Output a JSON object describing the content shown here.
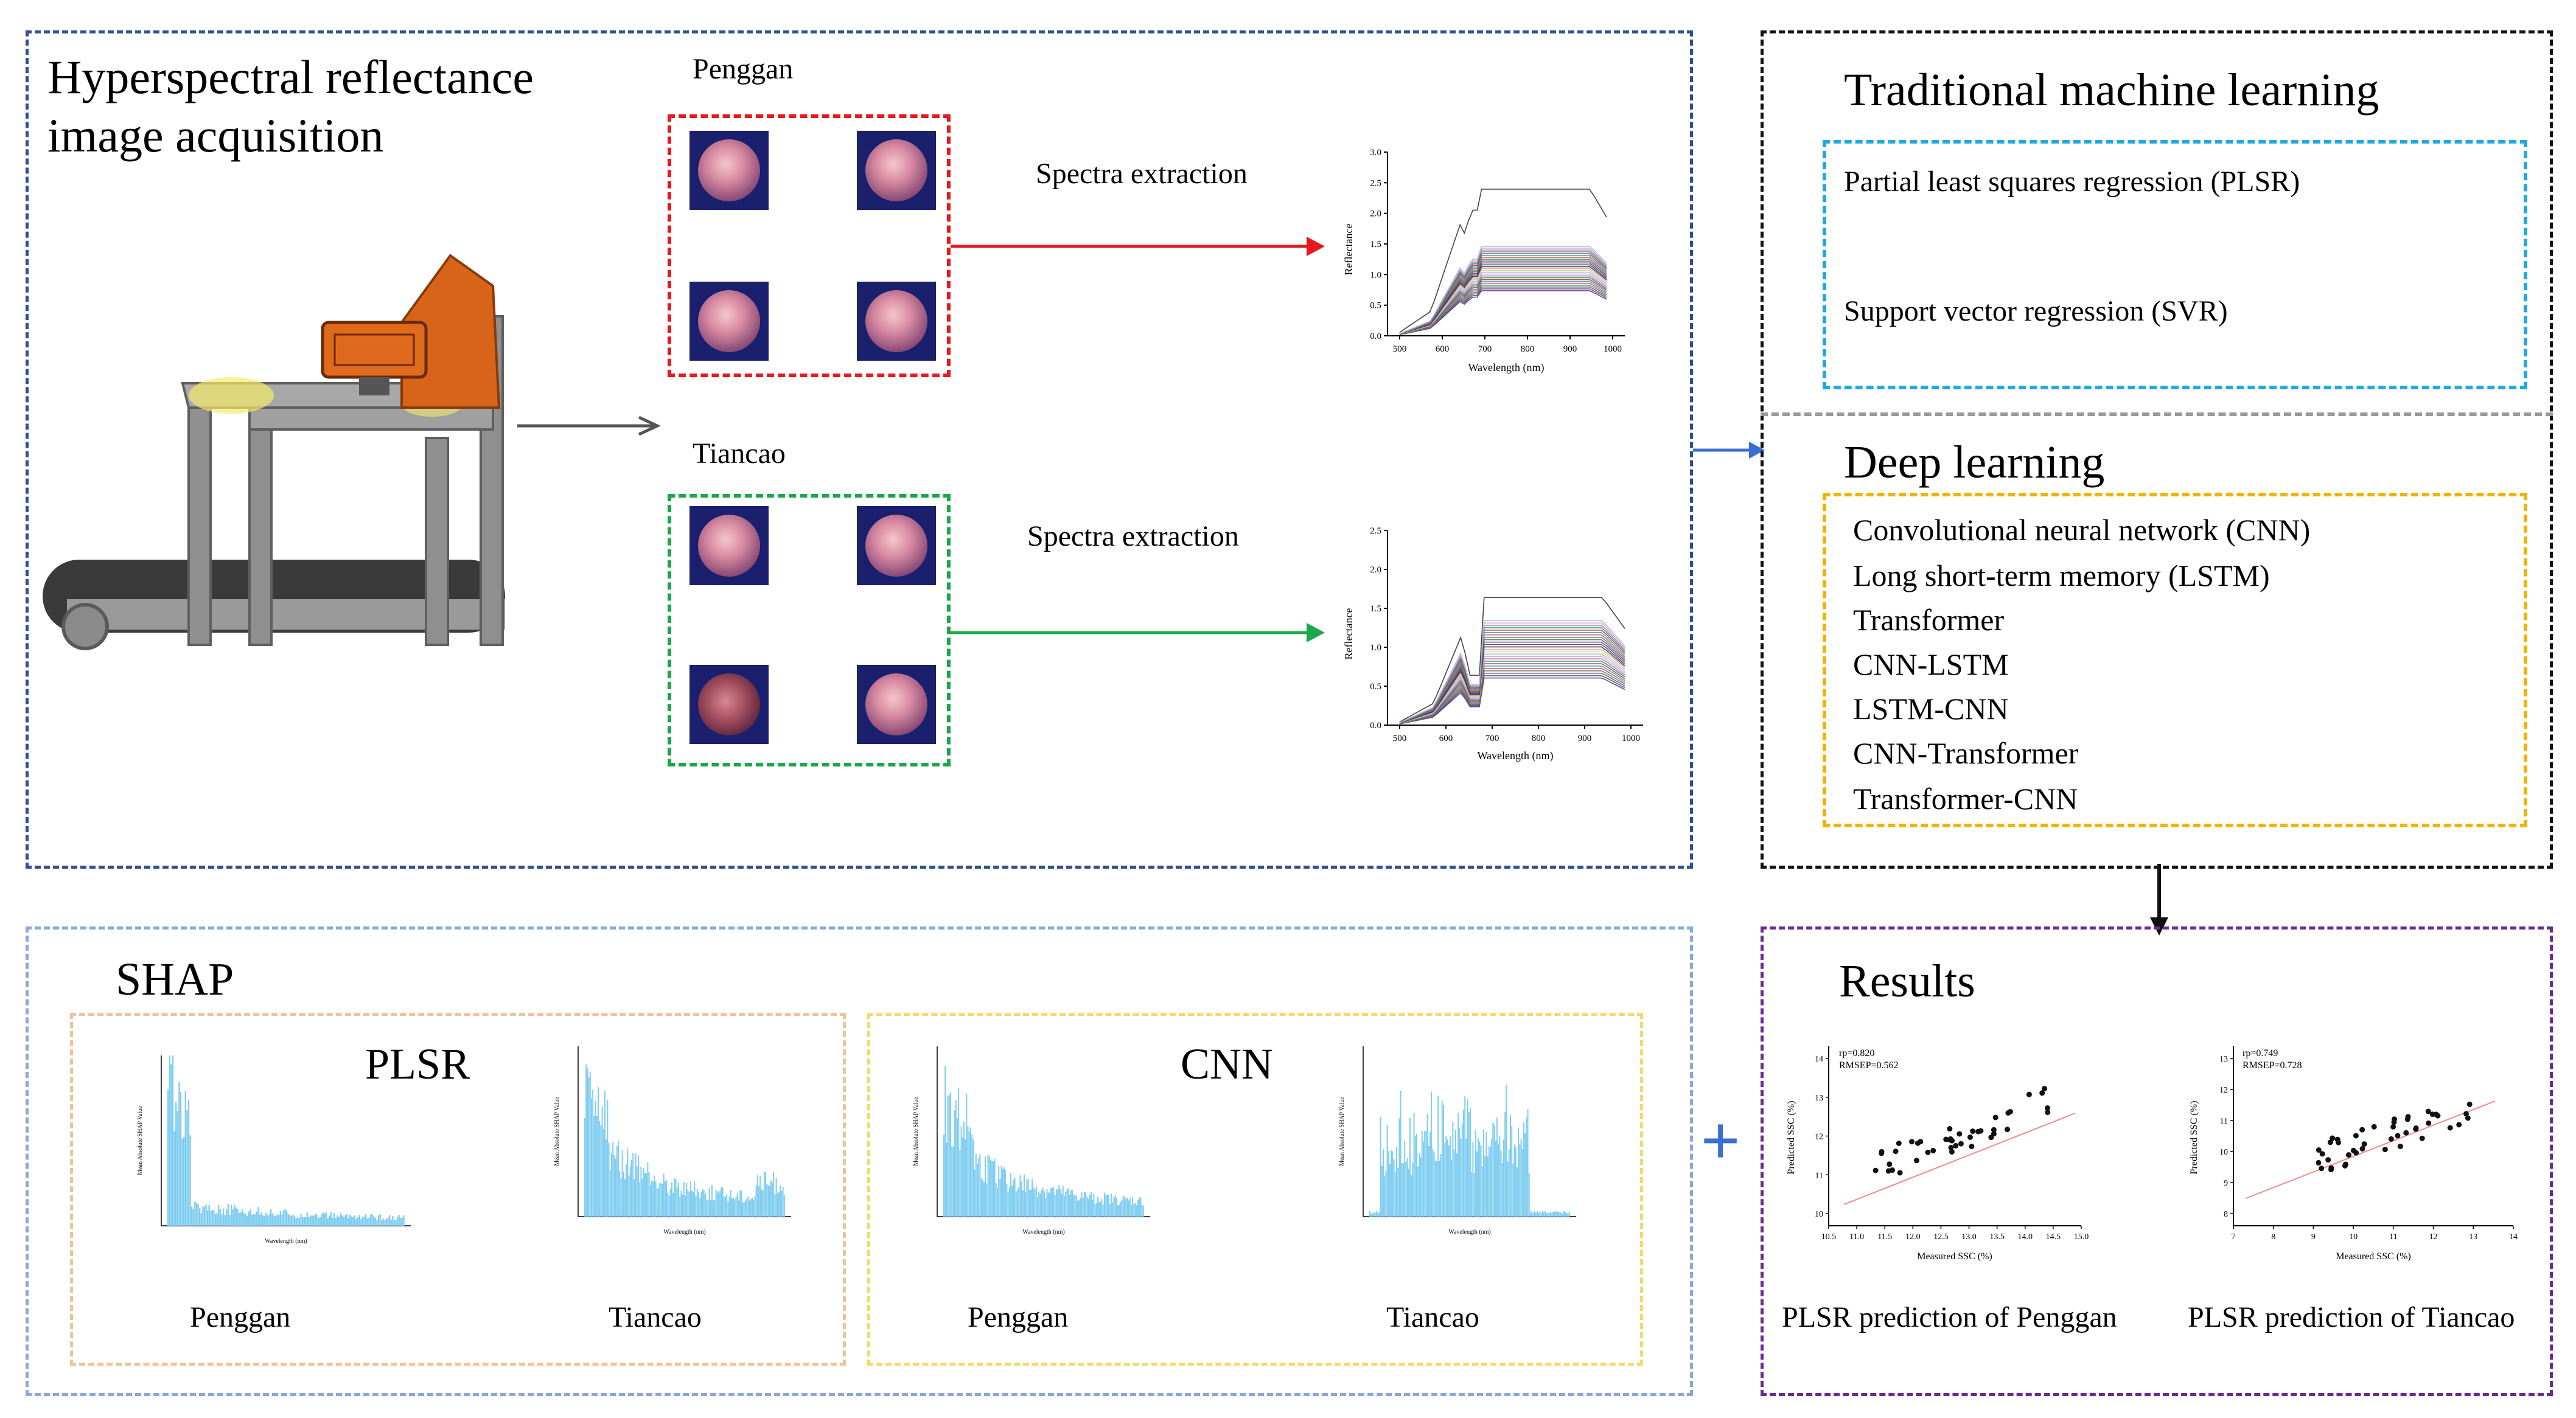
{
  "acquisition": {
    "title_line1": "Hyperspectral reflectance",
    "title_line2": "image acquisition",
    "group1_label": "Penggan",
    "group2_label": "Tiancao",
    "extract1_label": "Spectra extraction",
    "extract2_label": "Spectra extraction"
  },
  "spectra_chart_1": {
    "ylabel": "Reflectance",
    "xlabel": "Wavelength (nm)",
    "yticks": [
      "0.0",
      "0.5",
      "1.0",
      "1.5",
      "2.0",
      "2.5",
      "3.0"
    ],
    "xticks": [
      "500",
      "600",
      "700",
      "800",
      "900",
      "1000"
    ]
  },
  "spectra_chart_2": {
    "ylabel": "Reflectance",
    "xlabel": "Wavelength (nm)",
    "yticks": [
      "0.0",
      "0.5",
      "1.0",
      "1.5",
      "2.0",
      "2.5"
    ],
    "xticks": [
      "500",
      "600",
      "700",
      "800",
      "900",
      "1000"
    ]
  },
  "traditional": {
    "title": "Traditional machine learning",
    "items": [
      "Partial least squares regression (PLSR)",
      "Support vector regression (SVR)"
    ]
  },
  "deep": {
    "title": "Deep learning",
    "items": [
      "Convolutional neural network (CNN)",
      "Long short-term memory (LSTM)",
      "Transformer",
      "CNN-LSTM",
      "LSTM-CNN",
      "CNN-Transformer",
      "Transformer-CNN"
    ]
  },
  "shap": {
    "title": "SHAP",
    "plsr_label": "PLSR",
    "cnn_label": "CNN",
    "sub_labels": [
      "Penggan",
      "Tiancao",
      "Penggan",
      "Tiancao"
    ],
    "plot_ylabel": "Mean Absolute SHAP Value",
    "plot_xlabel": "Wavelength (nm)"
  },
  "plus_sign": "+",
  "results": {
    "title": "Results",
    "caption1": "PLSR prediction of Penggan",
    "caption2": "PLSR prediction of Tiancao",
    "chart1_stats_1": "rp=0.820",
    "chart1_stats_2": "RMSEP=0.562",
    "chart2_stats_1": "rp=0.749",
    "chart2_stats_2": "RMSEP=0.728",
    "xlabel": "Measured SSC (%)",
    "ylabel": "Predicted SSC (%)",
    "chart1_xticks": [
      "10.5",
      "11.0",
      "11.5",
      "12.0",
      "12.5",
      "13.0",
      "13.5",
      "14.0",
      "14.5",
      "15.0"
    ],
    "chart1_yticks": [
      "10",
      "11",
      "12",
      "13",
      "14"
    ],
    "chart2_xticks": [
      "7",
      "8",
      "9",
      "10",
      "11",
      "12",
      "13",
      "14"
    ],
    "chart2_yticks": [
      "8",
      "9",
      "10",
      "11",
      "12",
      "13"
    ]
  },
  "colors": {
    "acq_border": "#2f4f8f",
    "penggan_border": "#e8181e",
    "tiancao_border": "#1aa84a",
    "trad_border": "#1fa9e1",
    "deep_border": "#f2b300",
    "shap_border": "#8aa8d8",
    "results_border": "#6a2c91",
    "plsr_group_border": "#f2c29b",
    "cnn_group_border": "#f7d86a",
    "shap_fill": "#7fcdf0",
    "fit_line": "#f08a8a"
  }
}
